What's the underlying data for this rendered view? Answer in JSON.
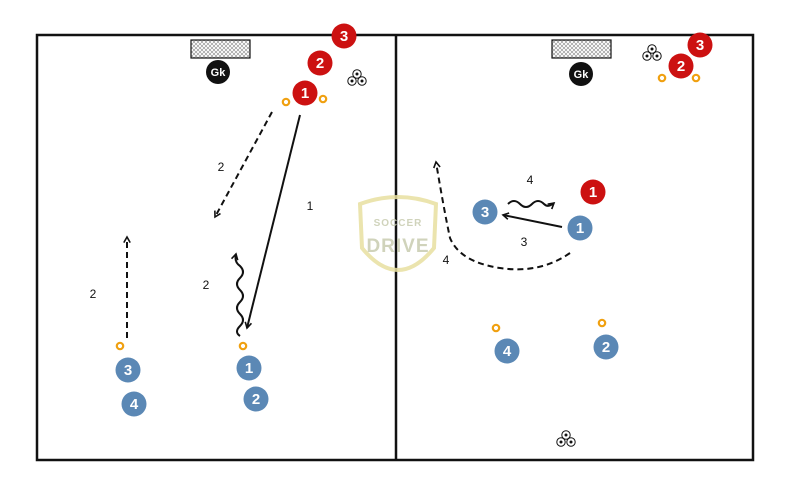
{
  "colors": {
    "red_team": "#cc1111",
    "blue_team": "#5b88b5",
    "goalkeeper": "#111111",
    "cone": "#f0a010",
    "watermark": "#e8e0a0"
  },
  "watermark": {
    "line1": "SOCCER",
    "line2": "DRIVE"
  },
  "goalkeepers": [
    {
      "label": "Gk"
    },
    {
      "label": "Gk"
    }
  ],
  "left_half": {
    "red_players": [
      "3",
      "2",
      "1"
    ],
    "blue_players": [
      "3",
      "4",
      "1",
      "2"
    ],
    "action_labels": [
      "2",
      "1",
      "2",
      "2"
    ],
    "icons": [
      "soccer-balls-icon"
    ]
  },
  "right_half": {
    "red_players": [
      "3",
      "2",
      "1"
    ],
    "blue_players": [
      "3",
      "1",
      "4",
      "2"
    ],
    "action_labels": [
      "4",
      "3",
      "4"
    ],
    "icons": [
      "soccer-balls-icon",
      "soccer-balls-icon"
    ]
  }
}
